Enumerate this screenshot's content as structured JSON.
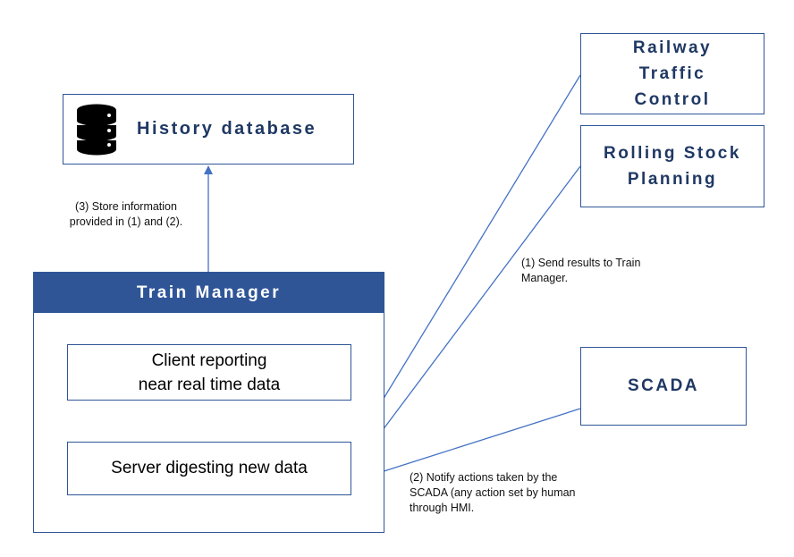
{
  "history": {
    "label": "History database",
    "icon": "database-icon"
  },
  "train_manager": {
    "header": "Train Manager",
    "client_line1": "Client reporting",
    "client_line2": "near real time data",
    "server": "Server digesting new data"
  },
  "rtc": {
    "line1": "Railway",
    "line2": "Traffic",
    "line3": "Control"
  },
  "rsp": {
    "line1": "Rolling Stock",
    "line2": "Planning"
  },
  "scada": {
    "label": "SCADA"
  },
  "notes": {
    "store_line1": "(3) Store information",
    "store_line2": "provided in (1) and (2).",
    "send_line1": "(1) Send results to Train",
    "send_line2": "Manager.",
    "notify_line1": "(2) Notify actions taken by the",
    "notify_line2": "SCADA (any action set by human",
    "notify_line3": "through HMI."
  },
  "colors": {
    "accent": "#2f5597",
    "header_bg": "#2f5597",
    "text_dark": "#1f3864",
    "arrow": "#4472c4"
  }
}
